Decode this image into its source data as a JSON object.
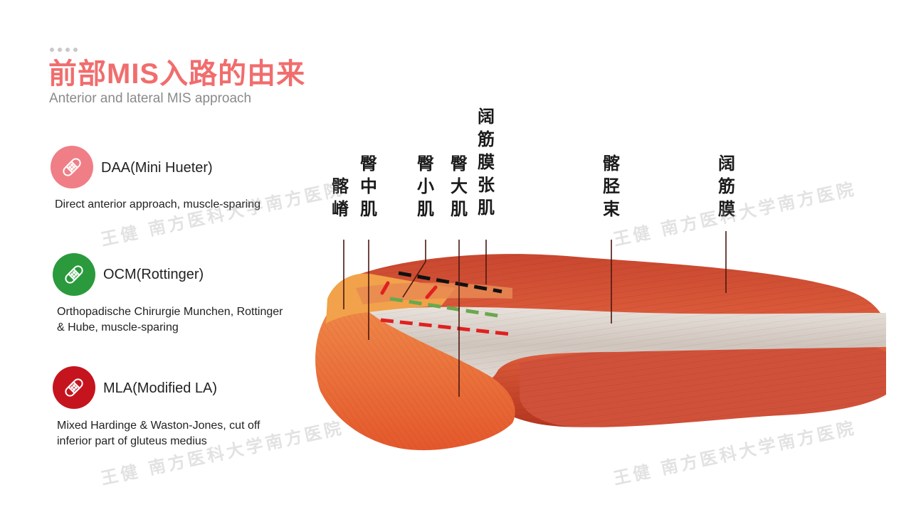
{
  "header": {
    "title": "前部MIS入路的由来",
    "subtitle": "Anterior and lateral MIS approach"
  },
  "approaches": [
    {
      "name": "DAA(Mini Hueter)",
      "desc": "Direct anterior approach, muscle-sparing",
      "color": "#f07e86",
      "icon": "bandage-icon"
    },
    {
      "name": "OCM(Rottinger)",
      "desc": "Orthopadische Chirurgie Munchen, Rottinger & Hube, muscle-sparing",
      "color": "#2a9a3c",
      "icon": "bandage-icon"
    },
    {
      "name": "MLA(Modified LA)",
      "desc": "Mixed Hardinge & Waston-Jones, cut off inferior part of gluteus medius",
      "color": "#c5141e",
      "icon": "bandage-icon"
    }
  ],
  "labels": [
    "髂嵴",
    "臀中肌",
    "臀小肌",
    "臀大肌",
    "阔筋膜张肌",
    "髂胫束",
    "阔筋膜"
  ],
  "watermark": "王健 南方医科大学南方医院",
  "colors": {
    "accent": "#f16d6d",
    "incision_black": "#111111",
    "incision_green": "#6aa84f",
    "incision_red": "#e02020"
  }
}
